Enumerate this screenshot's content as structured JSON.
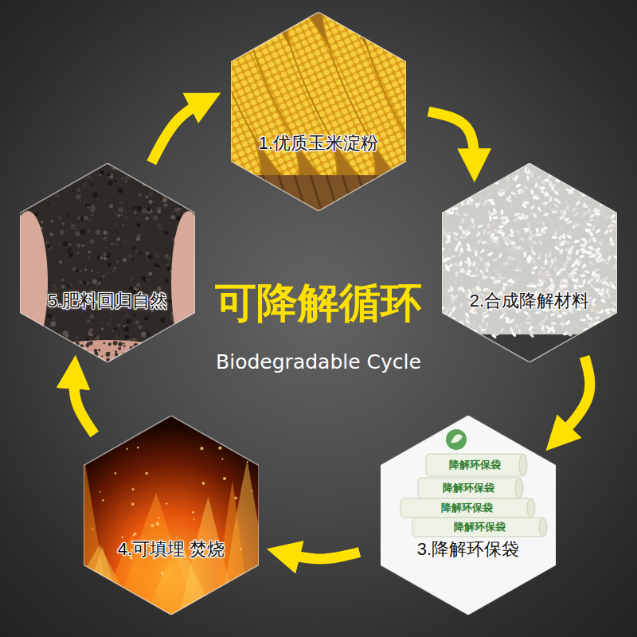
{
  "diagram": {
    "title": "可降解循环",
    "caption": "Biodegradable Cycle",
    "nodes": [
      {
        "text": [
          "1.优质玉米淀粉"
        ]
      },
      {
        "text": [
          "2.合成降解材料"
        ]
      },
      {
        "text": [
          "3.降解环保袋"
        ]
      },
      {
        "text": [
          "4.可填埋 焚烧"
        ]
      },
      {
        "text": [
          "5.肥料回归自然"
        ]
      }
    ],
    "edges": [
      {
        "from": 0,
        "to": 1,
        "arrow": "to"
      },
      {
        "from": 1,
        "to": 2,
        "arrow": "to"
      },
      {
        "from": 2,
        "to": 3,
        "arrow": "to"
      },
      {
        "from": 3,
        "to": 4,
        "arrow": "to"
      },
      {
        "from": 4,
        "to": 0,
        "arrow": "to"
      }
    ],
    "labels": [
      "降解环保袋",
      "降解环保袋",
      "降解环保袋",
      "降解环保袋"
    ]
  }
}
